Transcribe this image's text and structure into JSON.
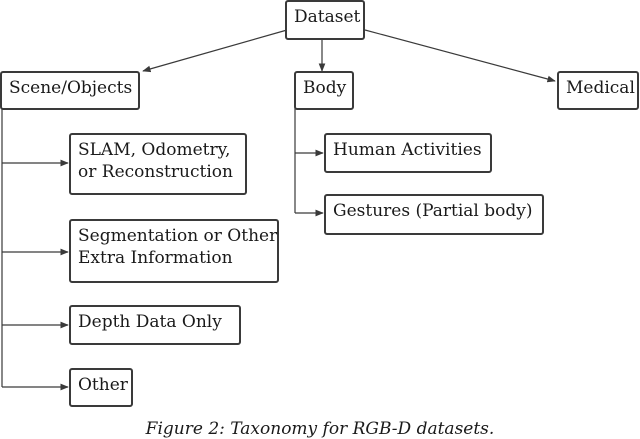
{
  "diagram": {
    "root": {
      "label": "Dataset"
    },
    "categories": [
      {
        "id": "scene",
        "label": "Scene/Objects"
      },
      {
        "id": "body",
        "label": "Body"
      },
      {
        "id": "medical",
        "label": "Medical"
      }
    ],
    "scene_children": [
      {
        "lines": [
          "SLAM, Odometry,",
          "or Reconstruction"
        ]
      },
      {
        "lines": [
          "Segmentation or Other",
          "Extra Information"
        ]
      },
      {
        "lines": [
          "Depth Data Only"
        ]
      },
      {
        "lines": [
          "Other"
        ]
      }
    ],
    "body_children": [
      {
        "lines": [
          "Human Activities"
        ]
      },
      {
        "lines": [
          "Gestures (Partial body)"
        ]
      }
    ],
    "caption": "Figure 2: Taxonomy for RGB-D datasets."
  },
  "colors": {
    "stroke": "#3a3a3a",
    "text": "#1a1a1a"
  }
}
